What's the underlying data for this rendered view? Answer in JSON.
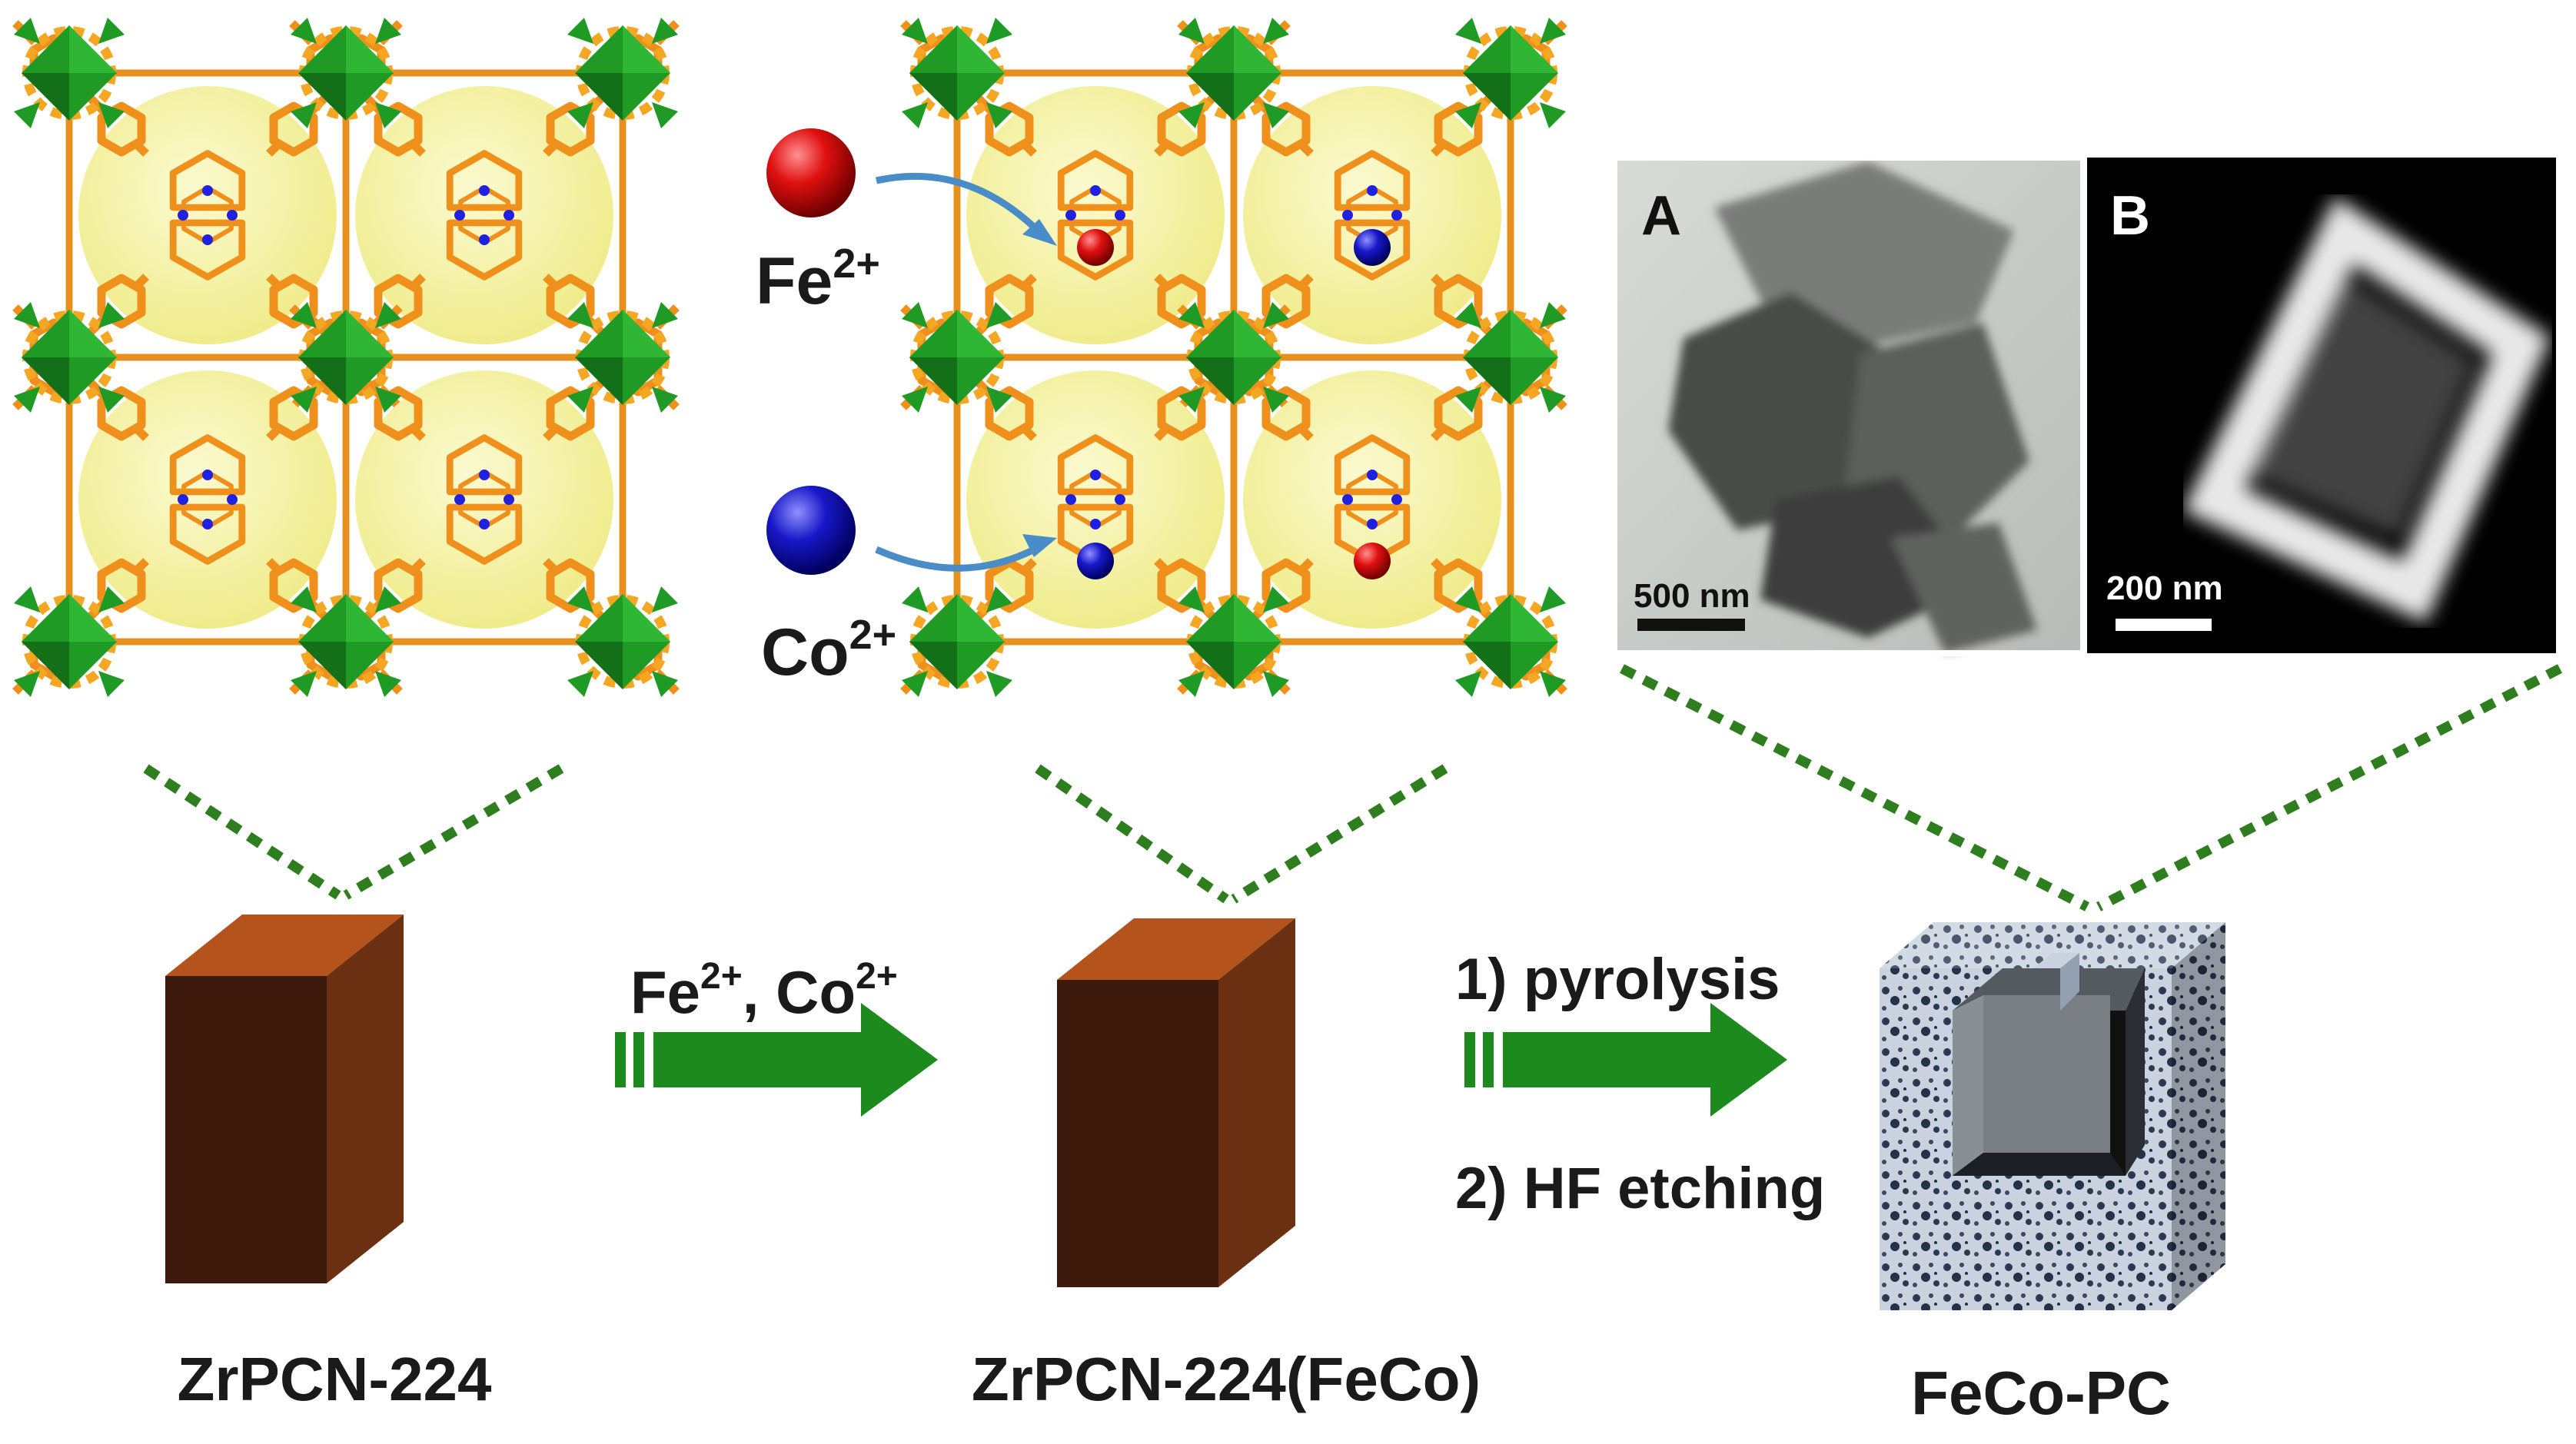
{
  "structures": {
    "left_name": "ZrPCN-224",
    "middle_name": "ZrPCN-224(FeCo)",
    "right_name": "FeCo-PC"
  },
  "ions": {
    "fe_base": "Fe",
    "fe_charge": "2+",
    "co_base": "Co",
    "co_charge": "2+"
  },
  "steps": {
    "step1_fe": "Fe",
    "step1_co": "Co",
    "step1_charge": "2+",
    "step1_sep": ", ",
    "step2_line1": "1) pyrolysis",
    "step2_line2": "2) HF etching"
  },
  "micrographs": {
    "panel_a_label": "A",
    "panel_a_scale": "500 nm",
    "panel_b_label": "B",
    "panel_b_scale": "200 nm"
  },
  "colors": {
    "cube_front": "#3d1a0c",
    "cube_side": "#6b2f12",
    "cube_top": "#b5531c",
    "arrow_green": "#1c8a1c",
    "dotted_green": "#2e7d1e",
    "linker_orange": "#f0901c",
    "pore_yellow": "#f6f3a4",
    "node_green": "#1f9a24",
    "fe_red": "#e01010",
    "co_blue": "#1818c8",
    "ion_arrow": "#4a8cc8"
  }
}
